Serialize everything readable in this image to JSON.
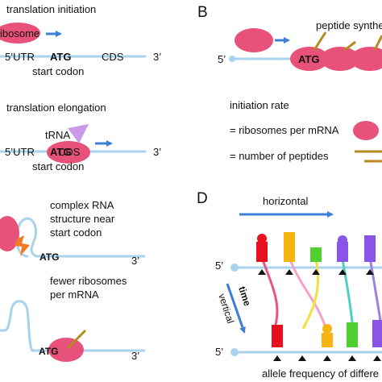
{
  "panels": {
    "a": {
      "initiation_title": "translation initiation",
      "ribosome_label": "ibosome",
      "utr5": "5’UTR",
      "atg": "ATG",
      "cds": "CDS",
      "end3": "3’",
      "start_codon": "start codon",
      "elongation_title": "translation elongation",
      "trna": "tRNA",
      "utr5_b": "5’UTR",
      "atg_b": "ATG",
      "cds_b": "CDS",
      "end3_b": "3’",
      "start_codon_b": "start codon"
    },
    "b": {
      "letter": "B",
      "five_prime": "5’",
      "atg": "ATG",
      "peptide_label": "peptide synthes",
      "initiation_rate": "initiation rate",
      "ribosomes_per_mrna": "= ribosomes per mRNA",
      "number_of_peptides": "= number of peptides"
    },
    "c": {
      "complex_line1": "complex RNA",
      "complex_line2": "structure near",
      "complex_line3": "start codon",
      "atg": "ATG",
      "end3": "3’",
      "fewer_line1": "fewer ribosomes",
      "fewer_line2": "per mRNA",
      "atg_b": "ATG",
      "end3_b": "3’"
    },
    "d": {
      "letter": "D",
      "horizontal": "horizontal",
      "time": "time",
      "vertical": "vertical",
      "five_prime_top": "5’",
      "five_prime_bottom": "5’",
      "allele_frequency": "allele frequency of differe"
    }
  },
  "colors": {
    "mrna": "#a9d3ec",
    "ribosome": "#e8517a",
    "arrow": "#3b7fd6",
    "peptide": "#b58a1e",
    "trna": "#c89ae8",
    "lightning": "#f07b22",
    "red_block": "#e8101e",
    "yellow_block": "#f7b411",
    "green_block": "#50d030",
    "purple_block": "#8a55e6"
  }
}
